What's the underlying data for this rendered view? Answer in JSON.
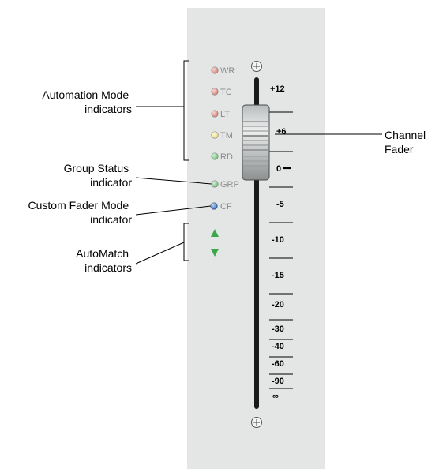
{
  "callouts": {
    "automation_mode": [
      "Automation Mode",
      "indicators"
    ],
    "group_status": [
      "Group Status",
      "indicator"
    ],
    "custom_fader_mode": [
      "Custom Fader Mode",
      "indicator"
    ],
    "automatch": [
      "AutoMatch",
      "indicators"
    ],
    "channel_fader": [
      "Channel",
      "Fader"
    ]
  },
  "automation_leds": [
    {
      "label": "WR",
      "color": "#d98074"
    },
    {
      "label": "TC",
      "color": "#d98074"
    },
    {
      "label": "LT",
      "color": "#d98074"
    },
    {
      "label": "TM",
      "color": "#f2e27a"
    },
    {
      "label": "RD",
      "color": "#6cc07a"
    }
  ],
  "group_led": {
    "label": "GRP",
    "color": "#6cc07a"
  },
  "custom_fader_led": {
    "label": "CF",
    "color": "#2a72c8"
  },
  "automatch_color": "#3aa84a",
  "panel_color": "#e4e6e6",
  "fader_scale": [
    "+12",
    "+6",
    "0",
    "-5",
    "-10",
    "-15",
    "-20",
    "-30",
    "-40",
    "-60",
    "-90",
    "∞"
  ]
}
